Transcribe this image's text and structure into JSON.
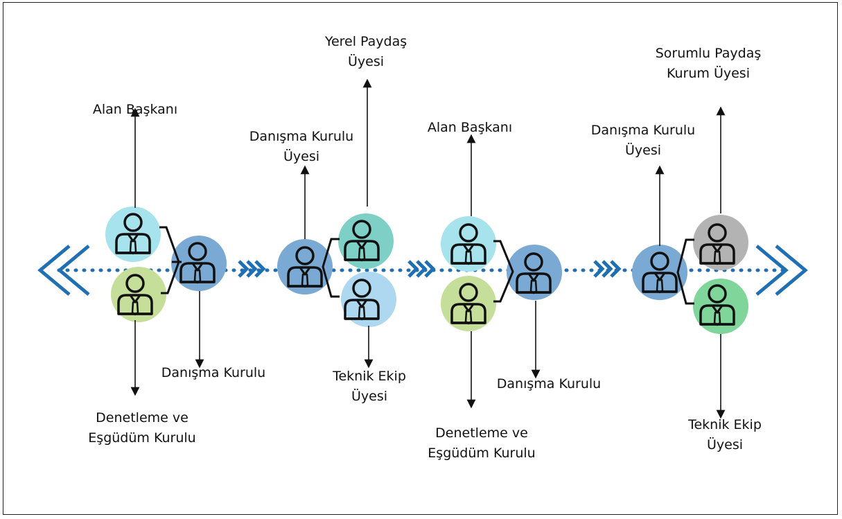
{
  "labels": {
    "g1_top": "Alan Başkanı",
    "g1_bottom": "Denetleme ve\nEşgüdüm Kurulu",
    "g1_right": "Danışma Kurulu",
    "g2_left_top": "Danışma Kurulu\nÜyesi",
    "g2_right_top": "Yerel Paydaş\nÜyesi",
    "g2_bottom": "Teknik Ekip\nÜyesi",
    "g3_top": "Alan Başkanı",
    "g3_bottom": "Denetleme ve\nEşgüdüm Kurulu",
    "g3_right": "Danışma Kurulu",
    "g4_left_top": "Danışma Kurulu\nÜyesi",
    "g4_right_top": "Sorumlu Paydaş\nKurum Üyesi",
    "g4_bottom": "Teknik Ekip\nÜyesi"
  },
  "colors": {
    "arrow_blue": "#1f6fb5",
    "circle_cyan": "#a6e3ec",
    "circle_green": "#c5df9a",
    "circle_blue": "#7aa9d4",
    "circle_teal": "#7ecfc6",
    "circle_lightblue": "#aed8f0",
    "circle_gray": "#b3b3b3",
    "circle_mint": "#7fd59a",
    "icon_stroke": "#111111"
  },
  "icons": [
    "person-icon",
    "chevron-left-double",
    "chevron-right-double",
    "triple-chevron-right"
  ]
}
